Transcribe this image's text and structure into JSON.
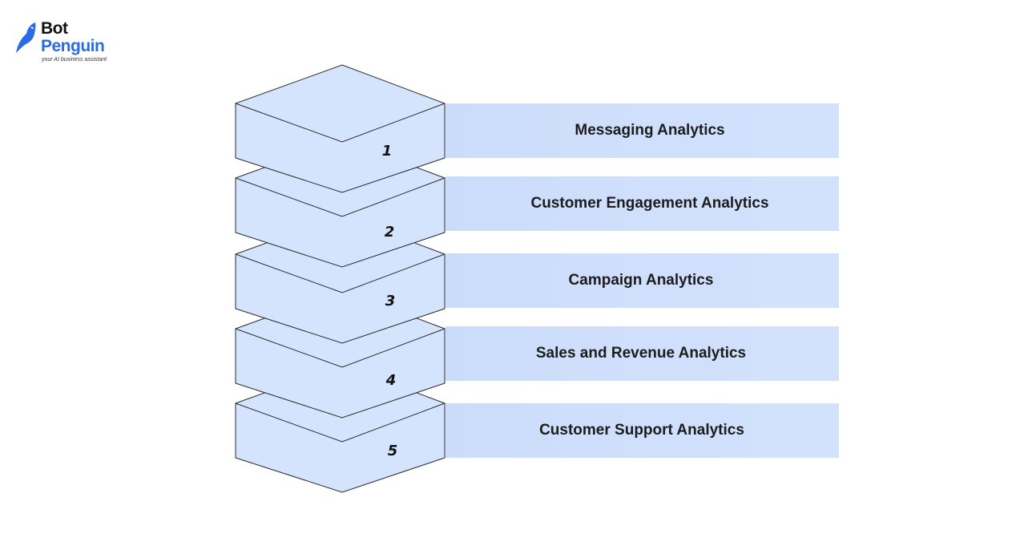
{
  "logo": {
    "line1": "Bot",
    "line2": "Penguin",
    "tagline": "your AI business assistant",
    "brand_color": "#2b6ce6"
  },
  "layers": [
    {
      "number": "1",
      "label": "Messaging Analytics"
    },
    {
      "number": "2",
      "label": "Customer Engagement Analytics"
    },
    {
      "number": "3",
      "label": "Campaign Analytics"
    },
    {
      "number": "4",
      "label": "Sales and Revenue Analytics"
    },
    {
      "number": "5",
      "label": "Customer Support Analytics"
    }
  ],
  "colors": {
    "block_fill": "#d5e4fd",
    "block_stroke": "#2a2a2a",
    "band_fill": "#cbdcfb"
  }
}
